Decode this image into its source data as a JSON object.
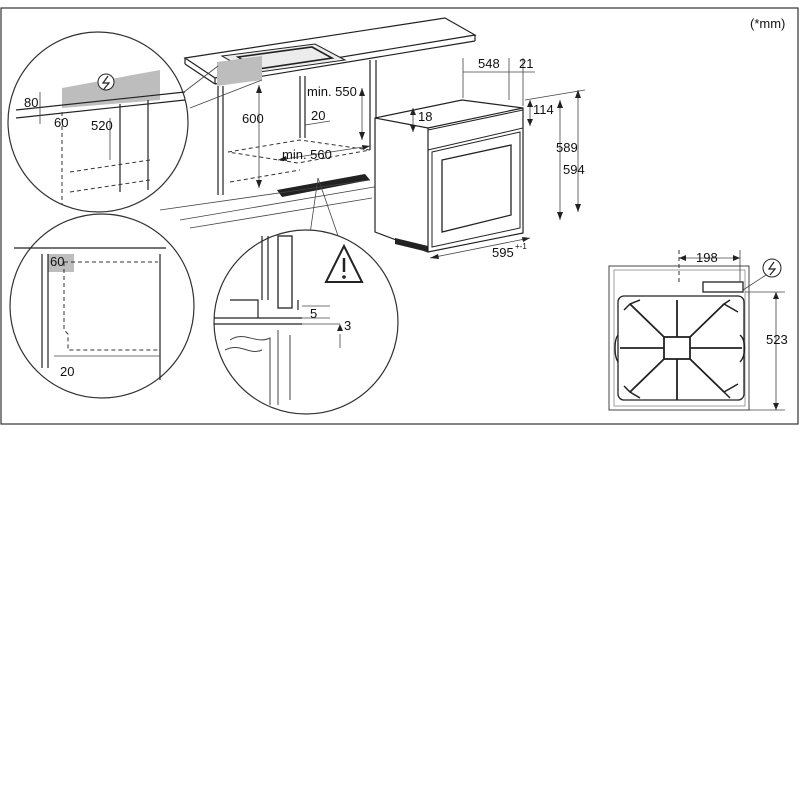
{
  "unit_note": "(*mm)",
  "cabinet": {
    "dim_600": "600",
    "dim_min550": "min. 550",
    "dim_20": "20",
    "dim_min560": "min. 560"
  },
  "oven": {
    "dim_548": "548",
    "dim_21": "21",
    "dim_18": "18",
    "dim_114": "114",
    "dim_589": "589",
    "dim_594": "594",
    "dim_595": "595",
    "dim_595_tol": "+-1"
  },
  "detail_top": {
    "dim_80": "80",
    "dim_60": "60",
    "dim_520": "520"
  },
  "detail_side": {
    "dim_60": "60",
    "dim_20": "20"
  },
  "detail_gap": {
    "dim_5": "5",
    "dim_3": "3"
  },
  "hob_view": {
    "dim_198": "198",
    "dim_523": "523"
  },
  "icons": [
    "electric-connection-icon",
    "warning-triangle-icon"
  ]
}
